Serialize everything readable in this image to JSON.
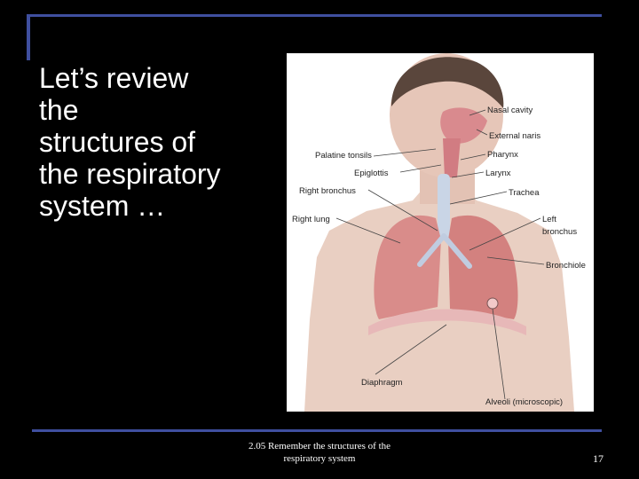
{
  "title": {
    "lines": [
      "Let’s review",
      "the",
      "structures of",
      "the respiratory",
      "system …"
    ]
  },
  "figure": {
    "labels": {
      "nasal_cavity": "Nasal cavity",
      "external_naris": "External naris",
      "palatine_tonsils": "Palatine tonsils",
      "pharynx": "Pharynx",
      "epiglottis": "Epiglottis",
      "larynx": "Larynx",
      "right_bronchus": "Right bronchus",
      "trachea": "Trachea",
      "right_lung": "Right lung",
      "left_bronchus": "Left\nbronchus",
      "left_bronchus_line1": "Left",
      "left_bronchus_line2": "bronchus",
      "bronchiole": "Bronchiole",
      "diaphragm": "Diaphragm",
      "alveoli": "Alveoli (microscopic)"
    }
  },
  "footer": {
    "lines": [
      "2.05 Remember the structures of the",
      "respiratory system"
    ]
  },
  "page_number": "17",
  "colors": {
    "background": "#000000",
    "rule": "#3F4F9F",
    "text": "#FFFFFF"
  }
}
